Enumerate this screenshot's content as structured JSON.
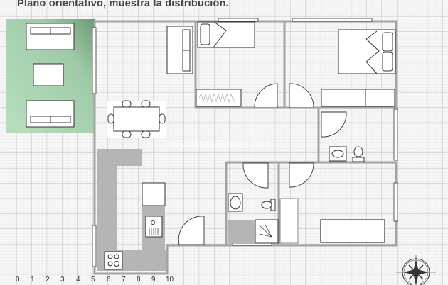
{
  "title": "Plano orientativo, muestra la distribución.",
  "watermark": "www.casasolvanza.com",
  "scale_labels": [
    "0",
    "1",
    "2",
    "3",
    "4",
    "5",
    "6",
    "7",
    "8",
    "9",
    "10"
  ],
  "colors": {
    "wall": "#a3a3a3",
    "rug": "#a9d4b2",
    "counter": "#b5b5b5",
    "grid": "#c8c8c8"
  },
  "rooms": [
    "living-room",
    "dining-area",
    "bedroom-single",
    "bedroom-double",
    "bathroom-1",
    "bathroom-2",
    "room-lower-right",
    "kitchen",
    "hallway"
  ]
}
